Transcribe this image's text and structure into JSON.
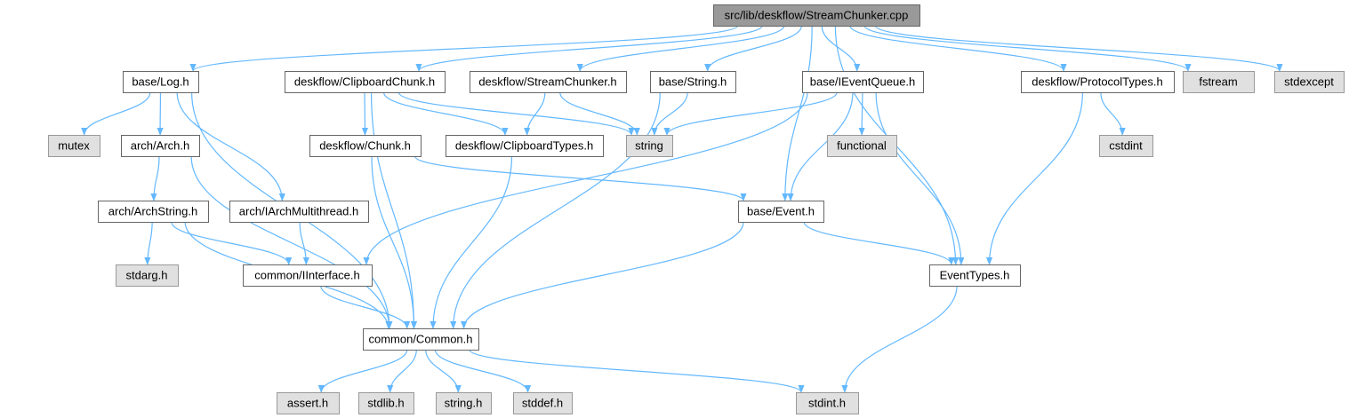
{
  "graph": {
    "colors": {
      "edge": "#63b8ff",
      "root_fill": "#999999",
      "root_stroke": "#666666",
      "file_fill": "#ffffff",
      "file_stroke": "#666666",
      "system_fill": "#e0e0e0",
      "system_stroke": "#999999"
    },
    "nodes": [
      {
        "id": "root",
        "label": "src/lib/deskflow/StreamChunker.cpp",
        "kind": "root"
      },
      {
        "id": "log",
        "label": "base/Log.h",
        "kind": "file"
      },
      {
        "id": "clipchunk",
        "label": "deskflow/ClipboardChunk.h",
        "kind": "file"
      },
      {
        "id": "streamchunker",
        "label": "deskflow/StreamChunker.h",
        "kind": "file"
      },
      {
        "id": "basestring",
        "label": "base/String.h",
        "kind": "file"
      },
      {
        "id": "ieventqueue",
        "label": "base/IEventQueue.h",
        "kind": "file"
      },
      {
        "id": "protocoltypes",
        "label": "deskflow/ProtocolTypes.h",
        "kind": "file"
      },
      {
        "id": "fstream",
        "label": "fstream",
        "kind": "system"
      },
      {
        "id": "stdexcept",
        "label": "stdexcept",
        "kind": "system"
      },
      {
        "id": "mutex",
        "label": "mutex",
        "kind": "system"
      },
      {
        "id": "arch",
        "label": "arch/Arch.h",
        "kind": "file"
      },
      {
        "id": "chunk",
        "label": "deskflow/Chunk.h",
        "kind": "file"
      },
      {
        "id": "cliptypes",
        "label": "deskflow/ClipboardTypes.h",
        "kind": "file"
      },
      {
        "id": "string",
        "label": "string",
        "kind": "system"
      },
      {
        "id": "functional",
        "label": "functional",
        "kind": "system"
      },
      {
        "id": "cstdint",
        "label": "cstdint",
        "kind": "system"
      },
      {
        "id": "archstring",
        "label": "arch/ArchString.h",
        "kind": "file"
      },
      {
        "id": "iarchmt",
        "label": "arch/IArchMultithread.h",
        "kind": "file"
      },
      {
        "id": "event",
        "label": "base/Event.h",
        "kind": "file"
      },
      {
        "id": "stdarg",
        "label": "stdarg.h",
        "kind": "system"
      },
      {
        "id": "iinterface",
        "label": "common/IInterface.h",
        "kind": "file"
      },
      {
        "id": "eventtypes",
        "label": "EventTypes.h",
        "kind": "file"
      },
      {
        "id": "common",
        "label": "common/Common.h",
        "kind": "file"
      },
      {
        "id": "assert",
        "label": "assert.h",
        "kind": "system"
      },
      {
        "id": "stdlib",
        "label": "stdlib.h",
        "kind": "system"
      },
      {
        "id": "stringh",
        "label": "string.h",
        "kind": "system"
      },
      {
        "id": "stddef",
        "label": "stddef.h",
        "kind": "system"
      },
      {
        "id": "stdint",
        "label": "stdint.h",
        "kind": "system"
      }
    ],
    "edges": [
      [
        "root",
        "log"
      ],
      [
        "root",
        "clipchunk"
      ],
      [
        "root",
        "streamchunker"
      ],
      [
        "root",
        "basestring"
      ],
      [
        "root",
        "ieventqueue"
      ],
      [
        "root",
        "event"
      ],
      [
        "root",
        "eventtypes"
      ],
      [
        "root",
        "protocoltypes"
      ],
      [
        "root",
        "fstream"
      ],
      [
        "root",
        "stdexcept"
      ],
      [
        "log",
        "mutex"
      ],
      [
        "log",
        "arch"
      ],
      [
        "log",
        "iarchmt"
      ],
      [
        "log",
        "common"
      ],
      [
        "arch",
        "archstring"
      ],
      [
        "arch",
        "common"
      ],
      [
        "archstring",
        "stdarg"
      ],
      [
        "archstring",
        "iinterface"
      ],
      [
        "archstring",
        "common"
      ],
      [
        "iarchmt",
        "iinterface"
      ],
      [
        "iinterface",
        "common"
      ],
      [
        "clipchunk",
        "chunk"
      ],
      [
        "clipchunk",
        "cliptypes"
      ],
      [
        "clipchunk",
        "string"
      ],
      [
        "clipchunk",
        "common"
      ],
      [
        "chunk",
        "common"
      ],
      [
        "chunk",
        "event"
      ],
      [
        "streamchunker",
        "cliptypes"
      ],
      [
        "streamchunker",
        "string"
      ],
      [
        "cliptypes",
        "common"
      ],
      [
        "basestring",
        "string"
      ],
      [
        "basestring",
        "common"
      ],
      [
        "ieventqueue",
        "string"
      ],
      [
        "ieventqueue",
        "functional"
      ],
      [
        "ieventqueue",
        "event"
      ],
      [
        "ieventqueue",
        "iinterface"
      ],
      [
        "ieventqueue",
        "eventtypes"
      ],
      [
        "event",
        "common"
      ],
      [
        "event",
        "eventtypes"
      ],
      [
        "eventtypes",
        "stdint"
      ],
      [
        "protocoltypes",
        "cstdint"
      ],
      [
        "protocoltypes",
        "eventtypes"
      ],
      [
        "common",
        "assert"
      ],
      [
        "common",
        "stdlib"
      ],
      [
        "common",
        "stringh"
      ],
      [
        "common",
        "stddef"
      ],
      [
        "common",
        "stdint"
      ]
    ]
  }
}
